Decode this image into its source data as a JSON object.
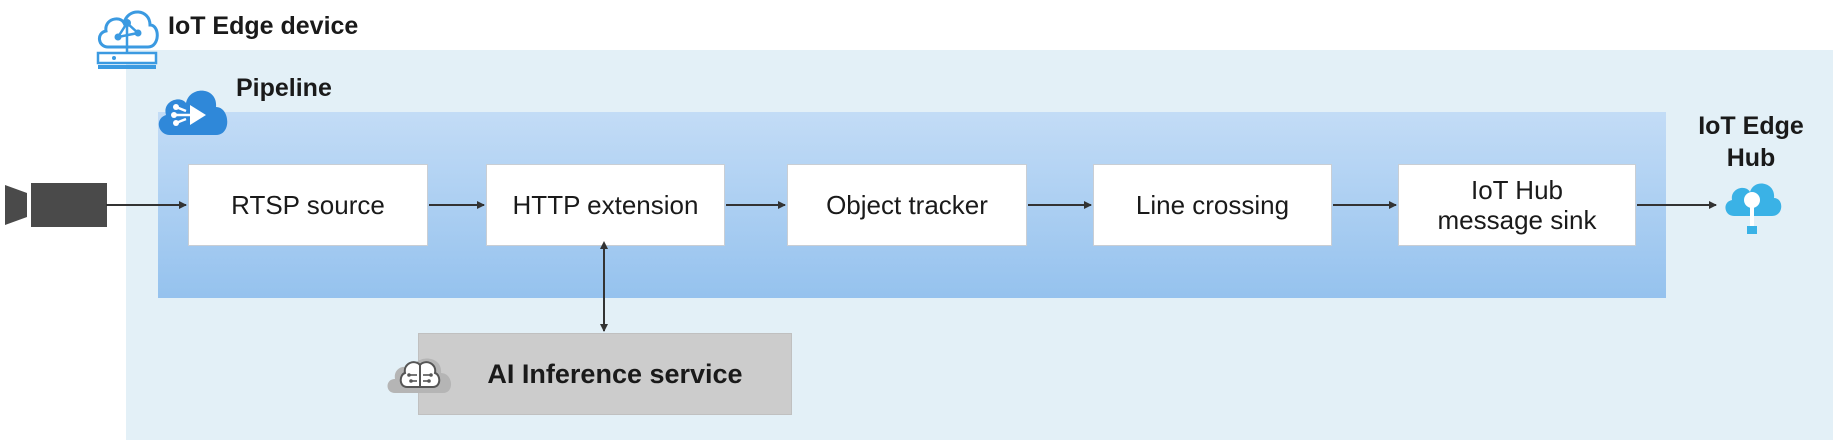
{
  "device": {
    "title": "IoT Edge device",
    "icon": "iot-edge-device-icon"
  },
  "pipeline": {
    "title": "Pipeline",
    "icon": "pipeline-cloud-icon"
  },
  "nodes": [
    {
      "label": "RTSP source"
    },
    {
      "label": "HTTP extension"
    },
    {
      "label": "Object tracker"
    },
    {
      "label": "Line crossing"
    },
    {
      "label_line1": "IoT Hub",
      "label_line2": "message sink"
    }
  ],
  "ai_service": {
    "label": "AI Inference service",
    "icon": "ai-brain-cloud-icon"
  },
  "hub": {
    "title_line1": "IoT Edge",
    "title_line2": "Hub",
    "icon": "iot-hub-icon"
  },
  "camera": {
    "icon": "camera-icon"
  },
  "colors": {
    "device_bg": "#e3f0f7",
    "pipeline_top": "#c3dcf6",
    "pipeline_bottom": "#95c2ee",
    "node_bg": "#ffffff",
    "ai_bg": "#cccccc",
    "icon_blue": "#3b9ae1",
    "arrow": "#333333"
  }
}
